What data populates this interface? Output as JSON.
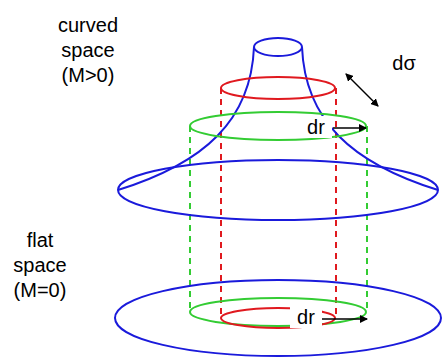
{
  "diagram": {
    "labels": [
      "curved space (M>0)",
      "flat space (M=0)",
      "dσ",
      "dr",
      "dr"
    ]
  }
}
